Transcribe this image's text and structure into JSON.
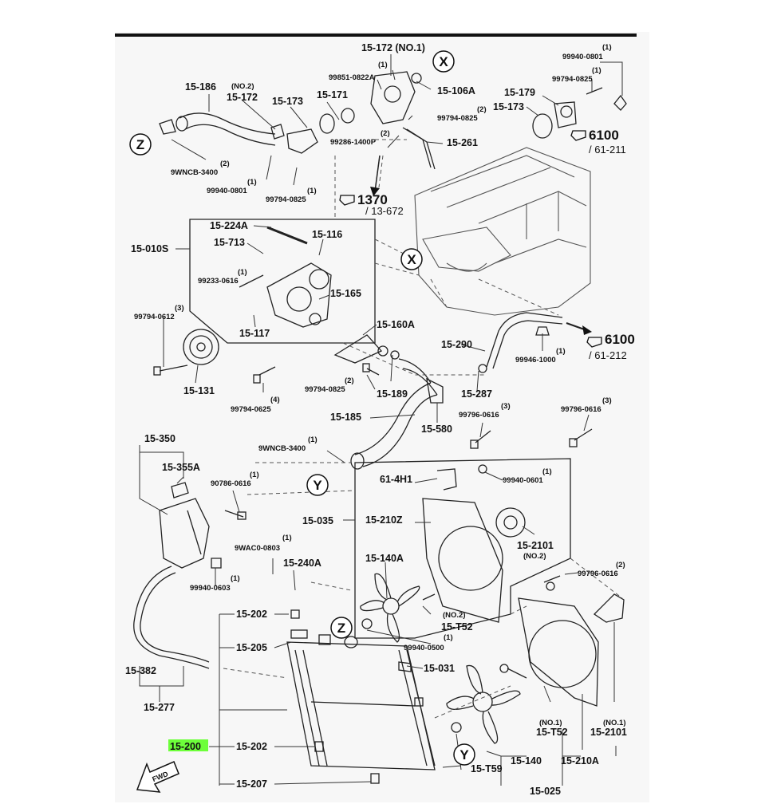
{
  "labels": {
    "l_15172no1": "15-172 (NO.1)",
    "l_99851": "99851-0822A",
    "l_15106a": "15-106A",
    "l_99794_0825a": "99794-0825",
    "l_15261": "15-261",
    "l_99286": "99286-1400P",
    "l_15186": "15-186",
    "l_no2a": "(NO.2)",
    "l_15172": "15-172",
    "l_15173a": "15-173",
    "l_15171": "15-171",
    "l_9wncb_a": "9WNCB-3400",
    "l_99940_0801a": "99940-0801",
    "l_99794_0825b": "99794-0825",
    "l_99940_0801b": "99940-0801",
    "l_99794_0825c": "99794-0825",
    "l_15179": "15-179",
    "l_15173b": "15-173",
    "l_6100a": "6100",
    "l_61211": "/ 61-211",
    "l_1370": "1370",
    "l_13672": "/ 13-672",
    "l_15224a": "15-224A",
    "l_15116": "15-116",
    "l_15713": "15-713",
    "l_15010s": "15-010S",
    "l_99233": "99233-0616",
    "l_15165": "15-165",
    "l_15117": "15-117",
    "l_99794_0612": "99794-0612",
    "l_15131": "15-131",
    "l_15160a": "15-160A",
    "l_99794_0825d": "99794-0825",
    "l_15189": "15-189",
    "l_99794_0625": "99794-0625",
    "l_15290": "15-290",
    "l_99946": "99946-1000",
    "l_6100b": "6100",
    "l_61212": "/ 61-212",
    "l_15287": "15-287",
    "l_15185": "15-185",
    "l_15580": "15-580",
    "l_99796_0616a": "99796-0616",
    "l_99796_0616b": "99796-0616",
    "l_15350": "15-350",
    "l_9wncb_b": "9WNCB-3400",
    "l_15355a": "15-355A",
    "l_90786": "90786-0616",
    "l_614h1": "61-4H1",
    "l_99940_0601": "99940-0601",
    "l_15035": "15-035",
    "l_15210z": "15-210Z",
    "l_9wac0": "9WAC0-0803",
    "l_15240a": "15-240A",
    "l_152101a": "15-2101",
    "l_no2b": "(NO.2)",
    "l_99940_0603": "99940-0603",
    "l_15140a": "15-140A",
    "l_99796_0616c": "99796-0616",
    "l_no2c": "(NO.2)",
    "l_15t52a": "15-T52",
    "l_15202a": "15-202",
    "l_99940_0500": "99940-0500",
    "l_15205": "15-205",
    "l_15031": "15-031",
    "l_15382": "15-382",
    "l_15277": "15-277",
    "l_no1a": "(NO.1)",
    "l_15t52b": "15-T52",
    "l_no1b": "(NO.1)",
    "l_152101b": "15-2101",
    "l_15200": "15-200",
    "l_15202b": "15-202",
    "l_15140": "15-140",
    "l_15210a": "15-210A",
    "l_15t59": "15-T59",
    "l_15207": "15-207",
    "l_15025": "15-025",
    "fwd": "FWD"
  },
  "qty": {
    "one": "(1)",
    "two": "(2)",
    "three": "(3)",
    "four": "(4)"
  },
  "callouts": {
    "x": "X",
    "z": "Z",
    "y": "Y"
  },
  "colors": {
    "line": "#222222",
    "highlight": "#6dff3a",
    "background": "#f7f7f7"
  }
}
